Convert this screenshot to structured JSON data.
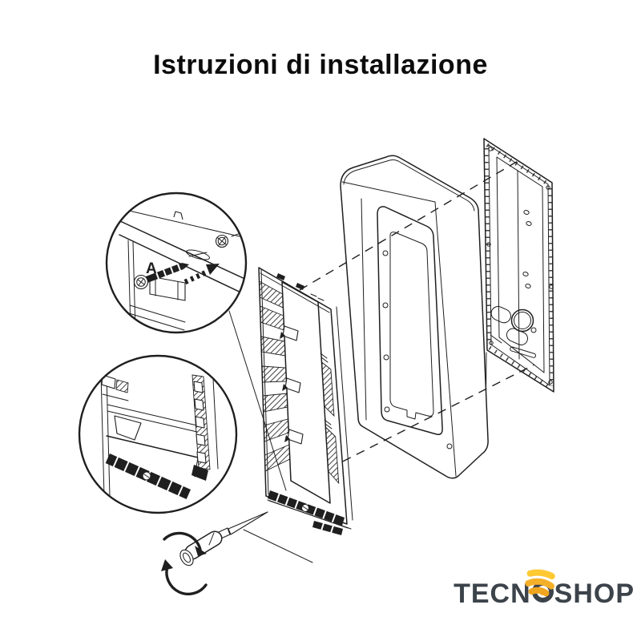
{
  "title": "Istruzioni di installazione",
  "diagram": {
    "detail_label": "A",
    "components": [
      "detail-callout-screw-insertion",
      "detail-callout-terminal-strip",
      "module-frame",
      "protective-rain-hood",
      "flush-mount-back-box",
      "screwdriver",
      "rotation-arrows",
      "alignment-dashed-lines"
    ]
  },
  "logo": {
    "name": "TECNOSHOP",
    "text_before_o": "TECN",
    "text_after_o": "SHOP"
  },
  "colors": {
    "background": "#ffffff",
    "line": "#1f1f1f",
    "title_text": "#0c0c0c",
    "logo_text": "#3c434a",
    "logo_accent": "#efa51f",
    "logo_accent_light": "#ffc933"
  }
}
